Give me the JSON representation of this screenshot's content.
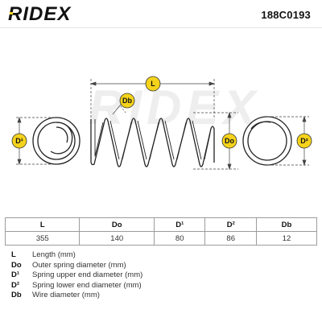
{
  "header": {
    "brand": "RIDEX",
    "part_number": "188C0193"
  },
  "drawing": {
    "dim_labels": {
      "L": "L",
      "Db": "Db",
      "D1": "D¹",
      "Do": "Do",
      "D2": "D²"
    },
    "watermark": "RIDEX",
    "colors": {
      "tag_yellow": "#f5d31b",
      "line": "#444444"
    }
  },
  "table": {
    "headers": [
      "L",
      "Do",
      "D¹",
      "D²",
      "Db"
    ],
    "values": [
      "355",
      "140",
      "80",
      "86",
      "12"
    ]
  },
  "legend": [
    {
      "key": "L",
      "desc": "Length (mm)"
    },
    {
      "key": "Do",
      "desc": "Outer spring diameter (mm)"
    },
    {
      "key": "D¹",
      "desc": "Spring upper end diameter (mm)"
    },
    {
      "key": "D²",
      "desc": "Spring lower end diameter (mm)"
    },
    {
      "key": "Db",
      "desc": "Wire diameter (mm)"
    }
  ]
}
